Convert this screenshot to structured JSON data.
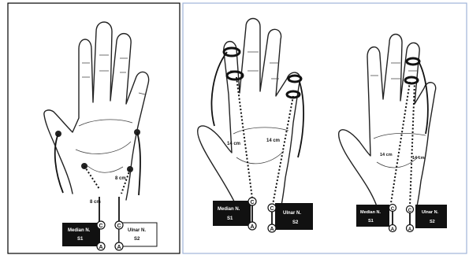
{
  "panels": [
    {
      "id": "left",
      "distance_labels": [
        "8 cm",
        "8 cm"
      ],
      "median_box": [
        "Median N.",
        "S1"
      ],
      "ulnar_box": [
        "Ulnar N.",
        "S2"
      ],
      "circle_labels": [
        "C",
        "C",
        "A",
        "A"
      ]
    },
    {
      "id": "middle",
      "distance_labels": [
        "14 cm",
        "14 cm"
      ],
      "median_box": [
        "Median N.",
        "S1"
      ],
      "ulnar_box": [
        "Ulnar N.",
        "S2"
      ],
      "circle_labels": [
        "C",
        "C",
        "A",
        "A"
      ]
    },
    {
      "id": "right",
      "distance_labels": [
        "14 cm",
        "14 cm"
      ],
      "median_box": [
        "Median N.",
        "S1"
      ],
      "ulnar_box": [
        "Ulnar N.",
        "S2"
      ],
      "circle_labels": [
        "C",
        "C",
        "A",
        "A"
      ]
    }
  ],
  "colors": {
    "frame_left": "#000000",
    "frame_right": "#9fb3d9",
    "ink": "#111111"
  }
}
